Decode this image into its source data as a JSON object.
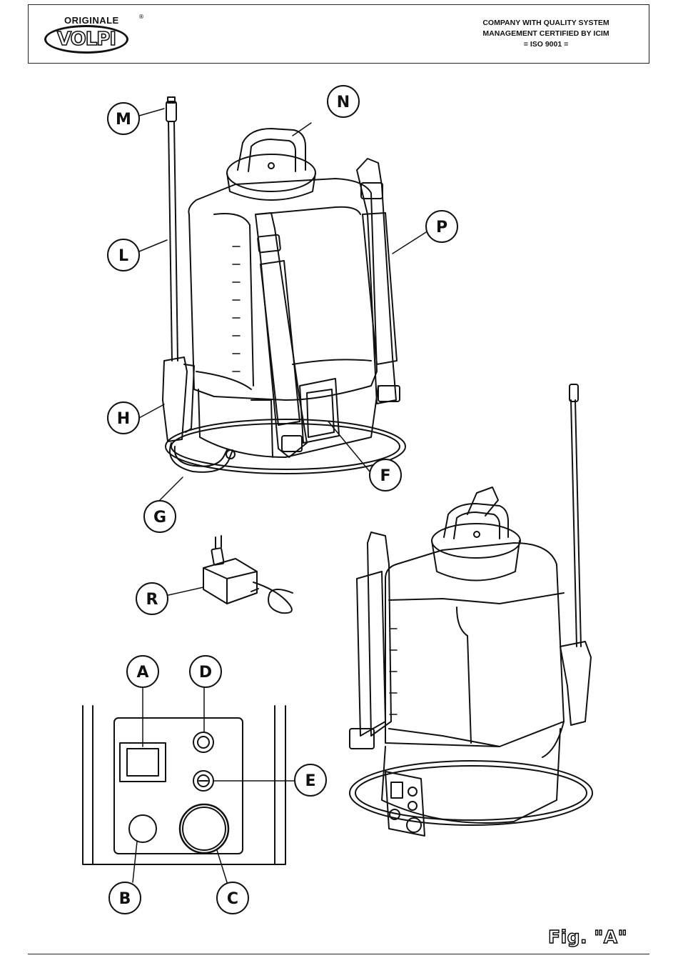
{
  "header": {
    "logo_top": "ORIGINALE",
    "logo_reg": "®",
    "logo_main": "VOLPI",
    "cert_lines": [
      "COMPANY WITH QUALITY SYSTEM",
      "MANAGEMENT CERTIFIED BY ICIM",
      "= ISO 9001 ="
    ]
  },
  "callouts": {
    "M": "M",
    "N": "N",
    "L": "L",
    "P": "P",
    "H": "H",
    "F": "F",
    "G": "G",
    "R": "R",
    "A": "A",
    "D": "D",
    "E": "E",
    "B": "B",
    "C": "C"
  },
  "figure_label": "Fig. \"A\""
}
